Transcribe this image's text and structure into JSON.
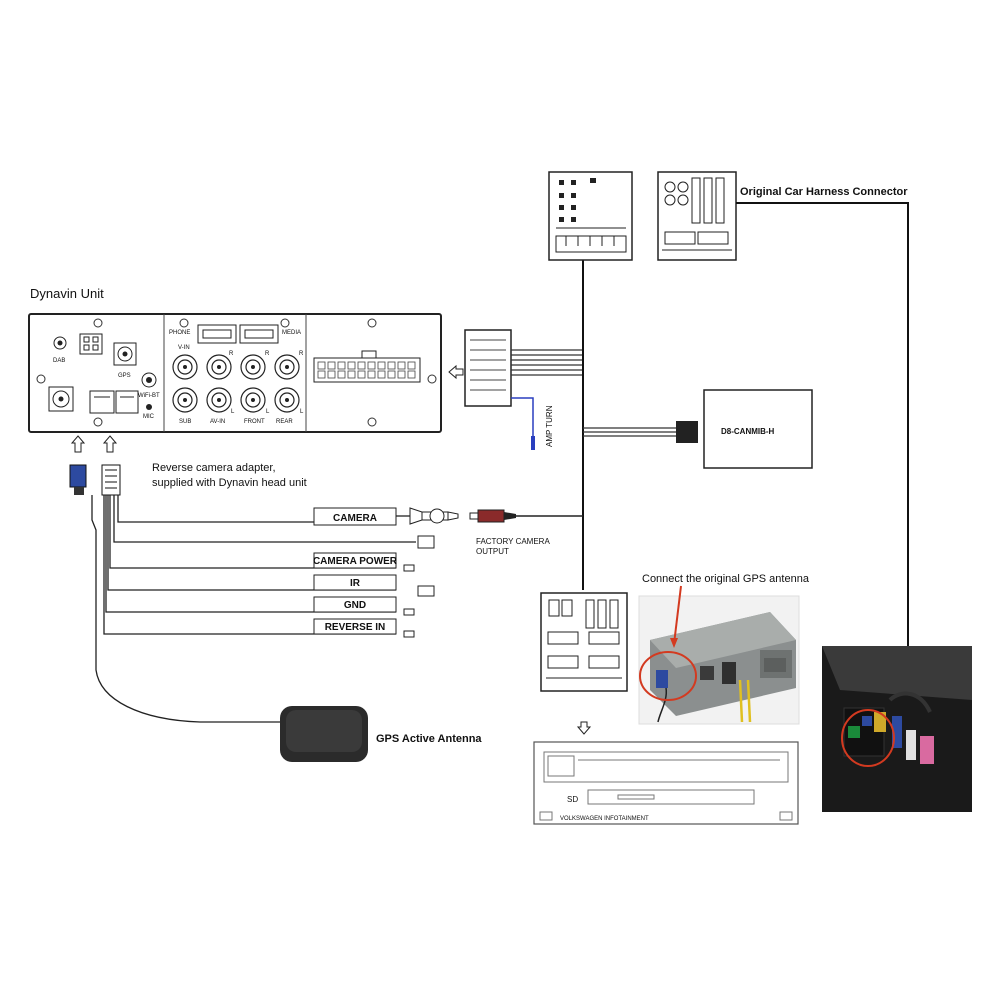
{
  "title": "Dynavin Unit",
  "unit_labels": {
    "dab": "DAB",
    "gps": "GPS",
    "wifi_bt": "WiFi-BT",
    "mic": "MIC",
    "phone": "PHONE",
    "media": "MEDIA",
    "v_in": "V-IN",
    "sub": "SUB",
    "av_in": "AV-IN",
    "front": "FRONT",
    "rear": "REAR",
    "r": "R",
    "l": "L"
  },
  "original_harness": "Original Car Harness Connector",
  "amp_turn": "AMP TURN",
  "canbus_box": "D8-CANMIB-H",
  "adapter_note_line1": "Reverse camera adapter,",
  "adapter_note_line2": "supplied with Dynavin head unit",
  "camera_wires": [
    "CAMERA",
    "CAMERA POWER",
    "IR",
    "GND",
    "REVERSE IN"
  ],
  "factory_camera_line1": "FACTORY CAMERA",
  "factory_camera_line2": "OUTPUT",
  "gps_antenna_note": "Connect the original GPS antenna",
  "gps_antenna": "GPS Active Antenna",
  "oem_sd": "SD",
  "oem_name": "VOLKSWAGEN INFOTAINMENT"
}
